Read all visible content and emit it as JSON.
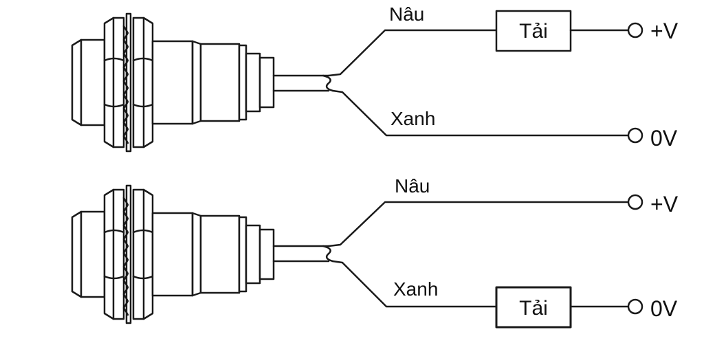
{
  "diagrams": [
    {
      "wires": {
        "top": {
          "label": "Nâu",
          "terminal": "+V",
          "load": "Tải"
        },
        "bottom": {
          "label": "Xanh",
          "terminal": "0V",
          "load": ""
        }
      }
    },
    {
      "wires": {
        "top": {
          "label": "Nâu",
          "terminal": "+V",
          "load": ""
        },
        "bottom": {
          "label": "Xanh",
          "terminal": "0V",
          "load": "Tải"
        }
      }
    }
  ],
  "colors": {
    "line": "#1a1a1a",
    "background": "#ffffff"
  }
}
